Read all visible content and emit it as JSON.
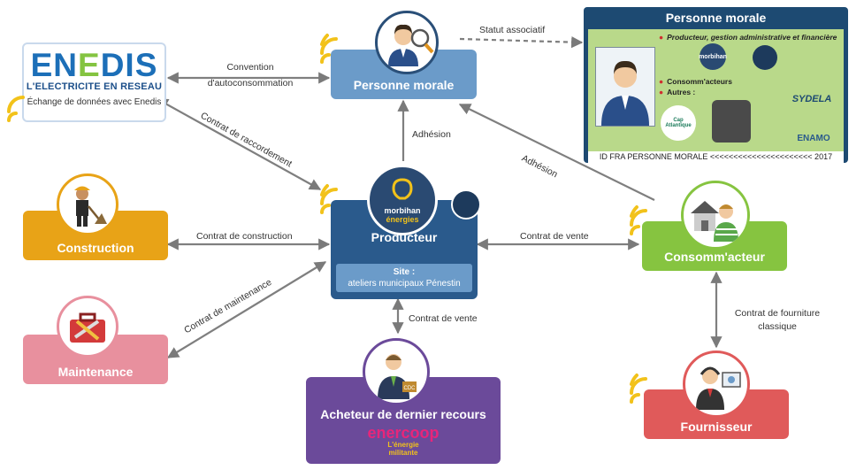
{
  "nodes": {
    "personne_morale": "Personne morale",
    "producteur": "Producteur",
    "producteur_site_label": "Site :",
    "producteur_site_value": "ateliers municipaux Pénestin",
    "construction": "Construction",
    "maintenance": "Maintenance",
    "consommacteur": "Consomm'acteur",
    "fournisseur": "Fournisseur",
    "acheteur": "Acheteur de dernier recours"
  },
  "enedis": {
    "logo_part1": "EN",
    "logo_part2": "E",
    "logo_part3": "DIS",
    "tagline": "L'ELECTRICITE EN RESEAU",
    "subtitle": "Échange de données avec Enedis"
  },
  "logos": {
    "morbihan_line1": "morbihan",
    "morbihan_line2": "énergies",
    "enercoop": "enercoop",
    "enercoop_tag1": "L'énergie",
    "enercoop_tag2": "militante",
    "cdc": "CDC"
  },
  "edges": {
    "statut_associatif": "Statut associatif",
    "convention_line1": "Convention",
    "convention_line2": "d'autoconsommation",
    "contrat_raccordement": "Contrat de raccordement",
    "adhesion_1": "Adhésion",
    "adhesion_2": "Adhésion",
    "contrat_construction": "Contrat de construction",
    "contrat_vente_1": "Contrat de vente",
    "contrat_maintenance": "Contrat de maintenance",
    "contrat_vente_2": "Contrat de vente",
    "fourniture_line1": "Contrat de fourniture",
    "fourniture_line2": "classique"
  },
  "card": {
    "title": "Personne morale",
    "line1": "Producteur, gestion administrative et financière",
    "line2": "Consomm'acteurs",
    "line3": "Autres :",
    "footer": "ID FRA PERSONNE MORALE <<<<<<<<<<<<<<<<<<<<<< 2017",
    "logo_cap": "Cap Atlantique",
    "logo_sydela": "SYDELA",
    "logo_enamo": "ENAMO"
  },
  "colors": {
    "blue_dark": "#2a5a8c",
    "blue_light": "#6b9bc9",
    "orange": "#e8a317",
    "pink": "#e8909e",
    "green": "#86c440",
    "red": "#e05a5a",
    "purple": "#6b4a9a",
    "wifi": "#f2c21a"
  }
}
